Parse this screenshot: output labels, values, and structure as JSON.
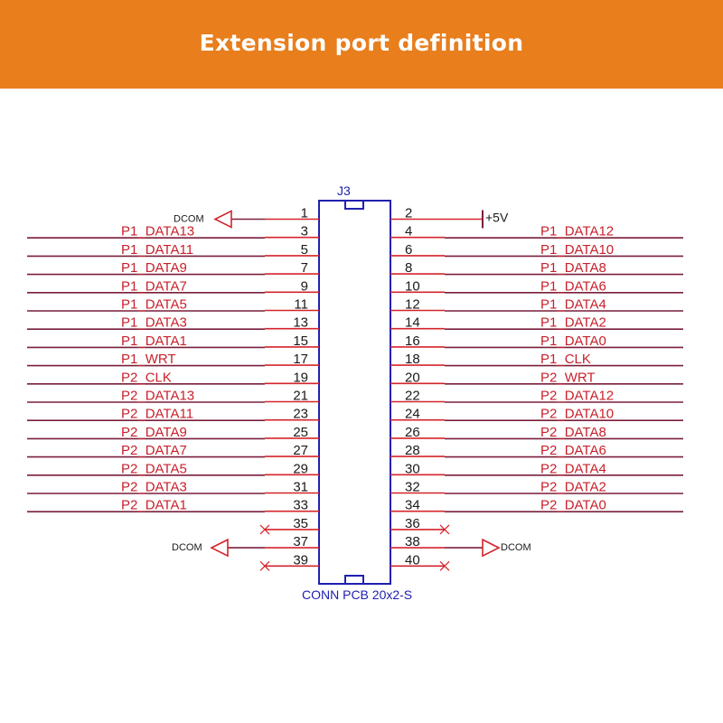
{
  "title": "Extension port definition",
  "colors": {
    "banner": "#E87E1C",
    "wire": "#7A1F3A",
    "pin_line": "#D4242C",
    "net_label": "#C8202B",
    "body": "#2020B0",
    "text": "#1A1A1A"
  },
  "connector": {
    "ref": "J3",
    "part": "CONN PCB 20x2-S"
  },
  "rows": [
    {
      "left_pin": "1",
      "right_pin": "2",
      "left_net": "",
      "right_net": ""
    },
    {
      "left_pin": "3",
      "right_pin": "4",
      "left_net": "P1_DATA13",
      "right_net": "P1_DATA12"
    },
    {
      "left_pin": "5",
      "right_pin": "6",
      "left_net": "P1_DATA11",
      "right_net": "P1_DATA10"
    },
    {
      "left_pin": "7",
      "right_pin": "8",
      "left_net": "P1_DATA9",
      "right_net": "P1_DATA8"
    },
    {
      "left_pin": "9",
      "right_pin": "10",
      "left_net": "P1_DATA7",
      "right_net": "P1_DATA6"
    },
    {
      "left_pin": "11",
      "right_pin": "12",
      "left_net": "P1_DATA5",
      "right_net": "P1_DATA4"
    },
    {
      "left_pin": "13",
      "right_pin": "14",
      "left_net": "P1_DATA3",
      "right_net": "P1_DATA2"
    },
    {
      "left_pin": "15",
      "right_pin": "16",
      "left_net": "P1_DATA1",
      "right_net": "P1_DATA0"
    },
    {
      "left_pin": "17",
      "right_pin": "18",
      "left_net": "P1_WRT",
      "right_net": "P1_CLK"
    },
    {
      "left_pin": "19",
      "right_pin": "20",
      "left_net": "P2_CLK",
      "right_net": "P2_WRT"
    },
    {
      "left_pin": "21",
      "right_pin": "22",
      "left_net": "P2_DATA13",
      "right_net": "P2_DATA12"
    },
    {
      "left_pin": "23",
      "right_pin": "24",
      "left_net": "P2_DATA11",
      "right_net": "P2_DATA10"
    },
    {
      "left_pin": "25",
      "right_pin": "26",
      "left_net": "P2_DATA9",
      "right_net": "P2_DATA8"
    },
    {
      "left_pin": "27",
      "right_pin": "28",
      "left_net": "P2_DATA7",
      "right_net": "P2_DATA6"
    },
    {
      "left_pin": "29",
      "right_pin": "30",
      "left_net": "P2_DATA5",
      "right_net": "P2_DATA4"
    },
    {
      "left_pin": "31",
      "right_pin": "32",
      "left_net": "P2_DATA3",
      "right_net": "P2_DATA2"
    },
    {
      "left_pin": "33",
      "right_pin": "34",
      "left_net": "P2_DATA1",
      "right_net": "P2_DATA0"
    },
    {
      "left_pin": "35",
      "right_pin": "36",
      "left_net": "",
      "right_net": ""
    },
    {
      "left_pin": "37",
      "right_pin": "38",
      "left_net": "",
      "right_net": ""
    },
    {
      "left_pin": "39",
      "right_pin": "40",
      "left_net": "",
      "right_net": ""
    }
  ],
  "power": {
    "dcom_label": "DCOM",
    "vplus_label": "+5V"
  }
}
